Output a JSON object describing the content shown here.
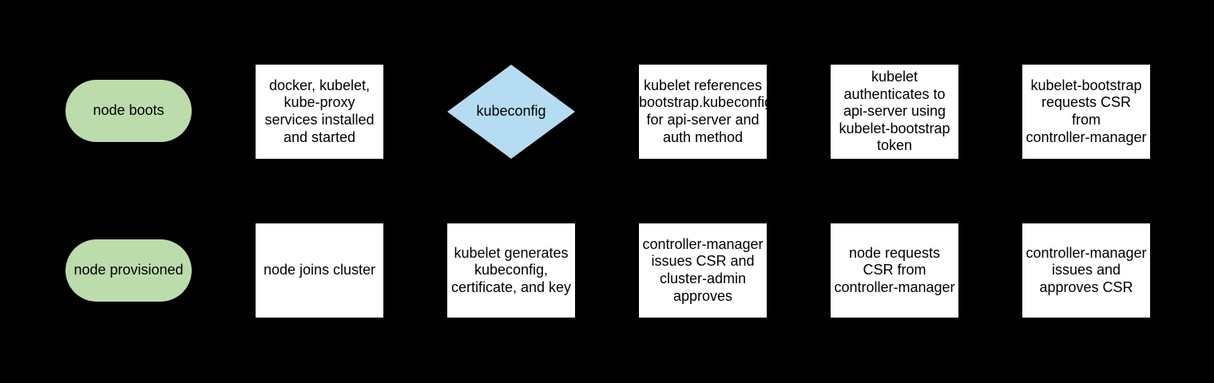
{
  "diagram": {
    "description": "Kubernetes node TLS bootstrap flowchart, two rows of shapes on a black background"
  },
  "colors": {
    "background": "#000000",
    "terminal_fill": "#bcdcab",
    "decision_fill": "#b6dcf2",
    "process_fill": "#ffffff",
    "text": "#000000"
  },
  "nodes": [
    {
      "type": "terminal",
      "label": "node boots"
    },
    {
      "type": "process",
      "label": "docker, kubelet,\nkube-proxy\nservices installed\nand started"
    },
    {
      "type": "decision",
      "label": "kubeconfig"
    },
    {
      "type": "process",
      "label": "kubelet references\nbootstrap.kubeconfig\nfor api-server and\nauth method"
    },
    {
      "type": "process",
      "label": "kubelet\nauthenticates to\napi-server using\nkubelet-bootstrap\ntoken"
    },
    {
      "type": "process",
      "label": "kubelet-bootstrap\nrequests CSR\nfrom\ncontroller-manager"
    },
    {
      "type": "terminal",
      "label": "node provisioned"
    },
    {
      "type": "process",
      "label": "node joins cluster"
    },
    {
      "type": "process",
      "label": "kubelet generates\nkubeconfig,\ncertificate, and key"
    },
    {
      "type": "process",
      "label": "controller-manager\nissues CSR and\ncluster-admin\napproves"
    },
    {
      "type": "process",
      "label": "node requests\nCSR from\ncontroller-manager"
    },
    {
      "type": "process",
      "label": "controller-manager\nissues and\napproves CSR"
    }
  ]
}
